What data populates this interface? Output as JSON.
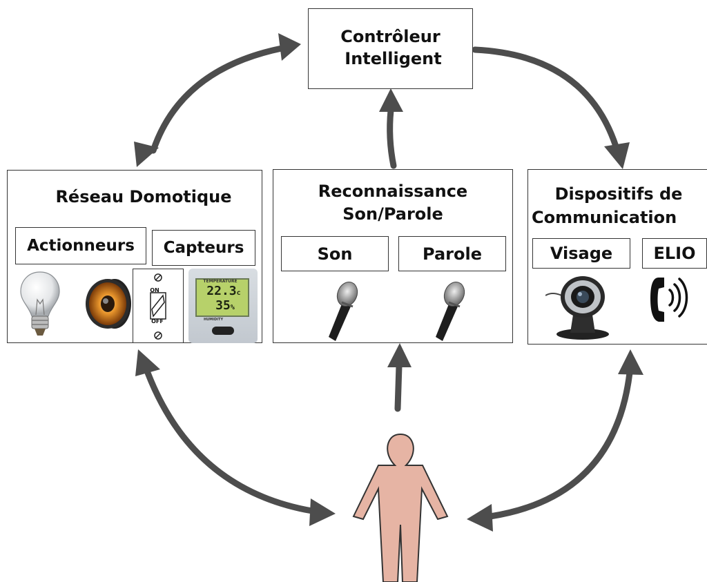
{
  "controller": {
    "line1": "Contrôleur",
    "line2": "Intelligent"
  },
  "reseau": {
    "title": "Réseau Domotique",
    "actionneurs": "Actionneurs",
    "capteurs": "Capteurs",
    "switch_on": "ON",
    "switch_off": "OFF",
    "thermo_top": "22.3",
    "thermo_top_unit": "c",
    "thermo_bottom": "35",
    "thermo_bottom_unit": "%",
    "thermo_label_top": "TEMPERATURE",
    "thermo_label_mid": "HUMIDITY"
  },
  "reconnaissance": {
    "line1": "Reconnaissance",
    "line2": "Son/Parole",
    "son": "Son",
    "parole": "Parole"
  },
  "dispositifs": {
    "line1": "Dispositifs de",
    "line2": "Communication",
    "visage": "Visage",
    "elio": "ELIO"
  },
  "icons": [
    "light-bulb-icon",
    "speaker-icon",
    "light-switch-icon",
    "thermometer-hygrometer-icon",
    "microphone-icon",
    "webcam-icon",
    "phone-icon",
    "person-icon"
  ],
  "colors": {
    "arrow": "#4d4d4d",
    "person_fill": "#e6b4a4",
    "border": "#333333"
  }
}
